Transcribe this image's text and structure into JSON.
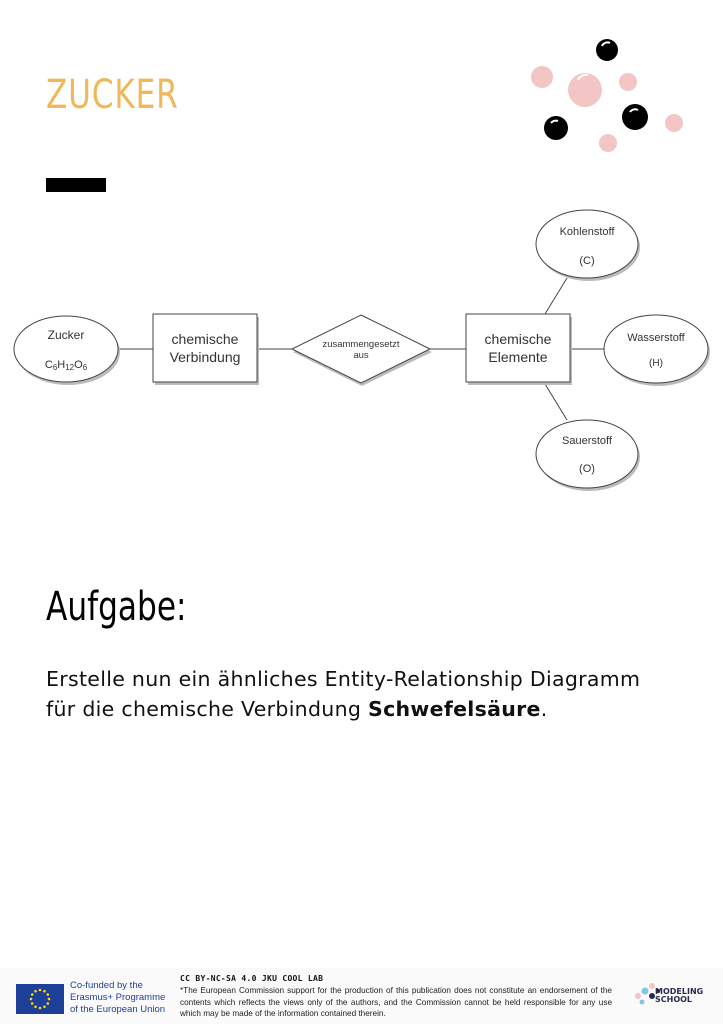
{
  "page": {
    "title": "ZUCKER"
  },
  "diagram": {
    "zucker": {
      "label": "Zucker",
      "formula_parts": [
        "C",
        "6",
        "H",
        "12",
        "O",
        "6"
      ]
    },
    "verbindung": {
      "line1": "chemische",
      "line2": "Verbindung"
    },
    "relation": {
      "line1": "zusammengesetzt",
      "line2": "aus"
    },
    "elemente": {
      "line1": "chemische",
      "line2": "Elemente"
    },
    "kohlenstoff": {
      "name": "Kohlenstoff",
      "symbol": "(C)"
    },
    "wasserstoff": {
      "name": "Wasserstoff",
      "symbol": "(H)"
    },
    "sauerstoff": {
      "name": "Sauerstoff",
      "symbol": "(O)"
    }
  },
  "task": {
    "heading": "Aufgabe:",
    "text_before": "Erstelle nun ein ähnliches Entity-Relationship Diagramm für die chemische Verbindung ",
    "text_bold": "Schwefelsäure",
    "text_after": "."
  },
  "footer": {
    "eu_line1": "Co-funded by the",
    "eu_line2": "Erasmus+ Programme",
    "eu_line3": "of the European Union",
    "license": "CC BY-NC-SA 4.0 JKU COOL LAB",
    "disclaimer": "*The European Commission support for the production of this publication does not constitute an endorsement of the contents which reflects the views only of the authors, and the Commission cannot be held responsible for any use which may be made of the information contained therein.",
    "logo_line1": "MODELING",
    "logo_line2": "SCHOOL"
  },
  "colors": {
    "title": "#f0b85a",
    "eu_blue": "#1d3f97",
    "bubble_pink": "#f3c5c5"
  }
}
